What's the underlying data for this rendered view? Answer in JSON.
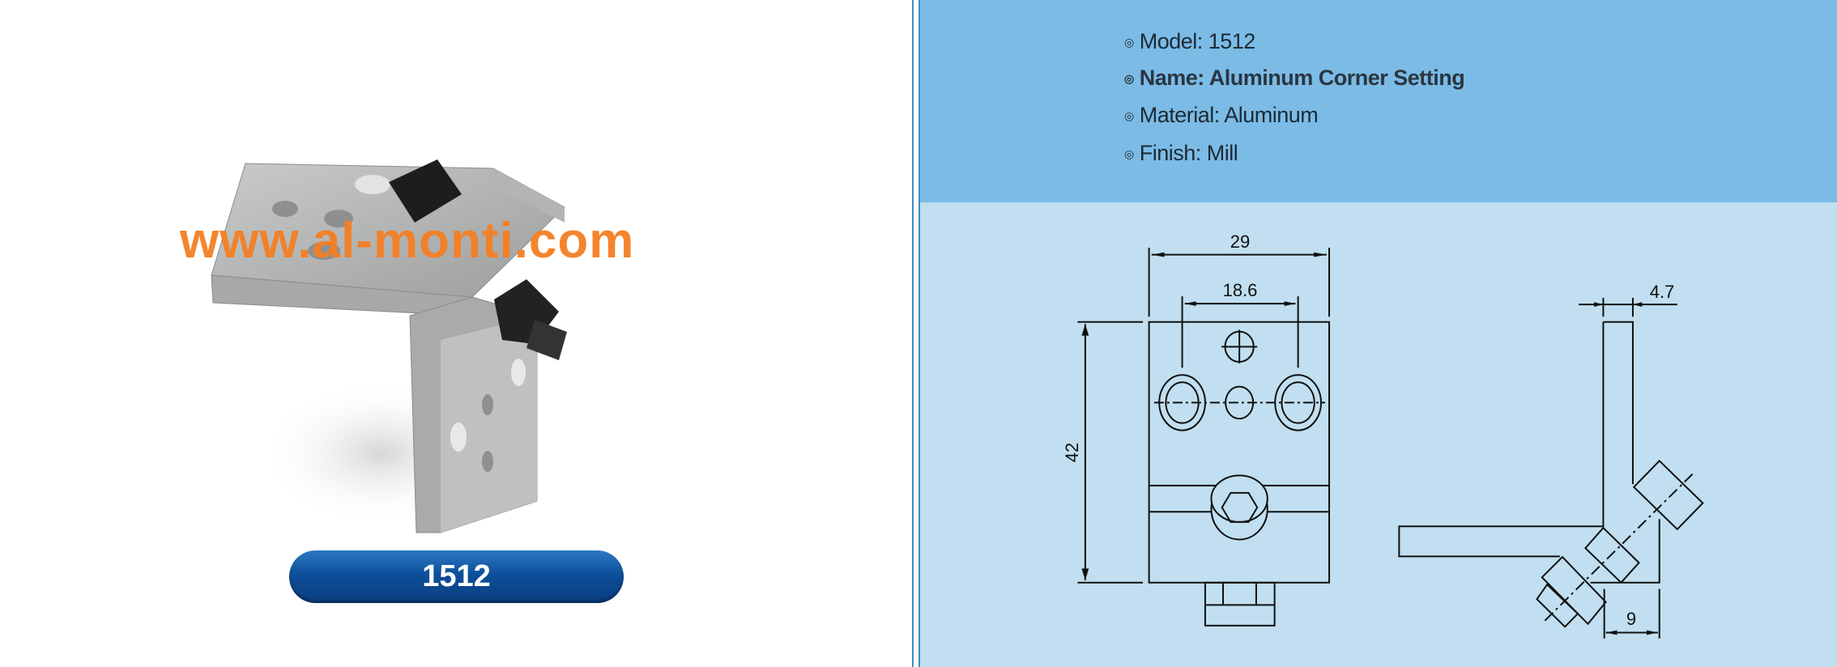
{
  "product": {
    "watermark": "www.al-monti.com",
    "badge_label": "1512"
  },
  "specs": [
    {
      "label": "Model: 1512"
    },
    {
      "label": "Name: Aluminum Corner Setting"
    },
    {
      "label": "Material: Aluminum"
    },
    {
      "label": "Finish: Mill"
    }
  ],
  "bullet_icon": "◎",
  "drawing": {
    "width_dim": "29",
    "hole_spacing_dim": "18.6",
    "height_dim": "42",
    "thickness_dim": "4.7",
    "leg_dim": "9"
  },
  "colors": {
    "header_blue": "#7bbbe6",
    "drawing_bg": "#c1dff0",
    "watermark": "#f57f22",
    "badge": "#0d4f9a"
  }
}
